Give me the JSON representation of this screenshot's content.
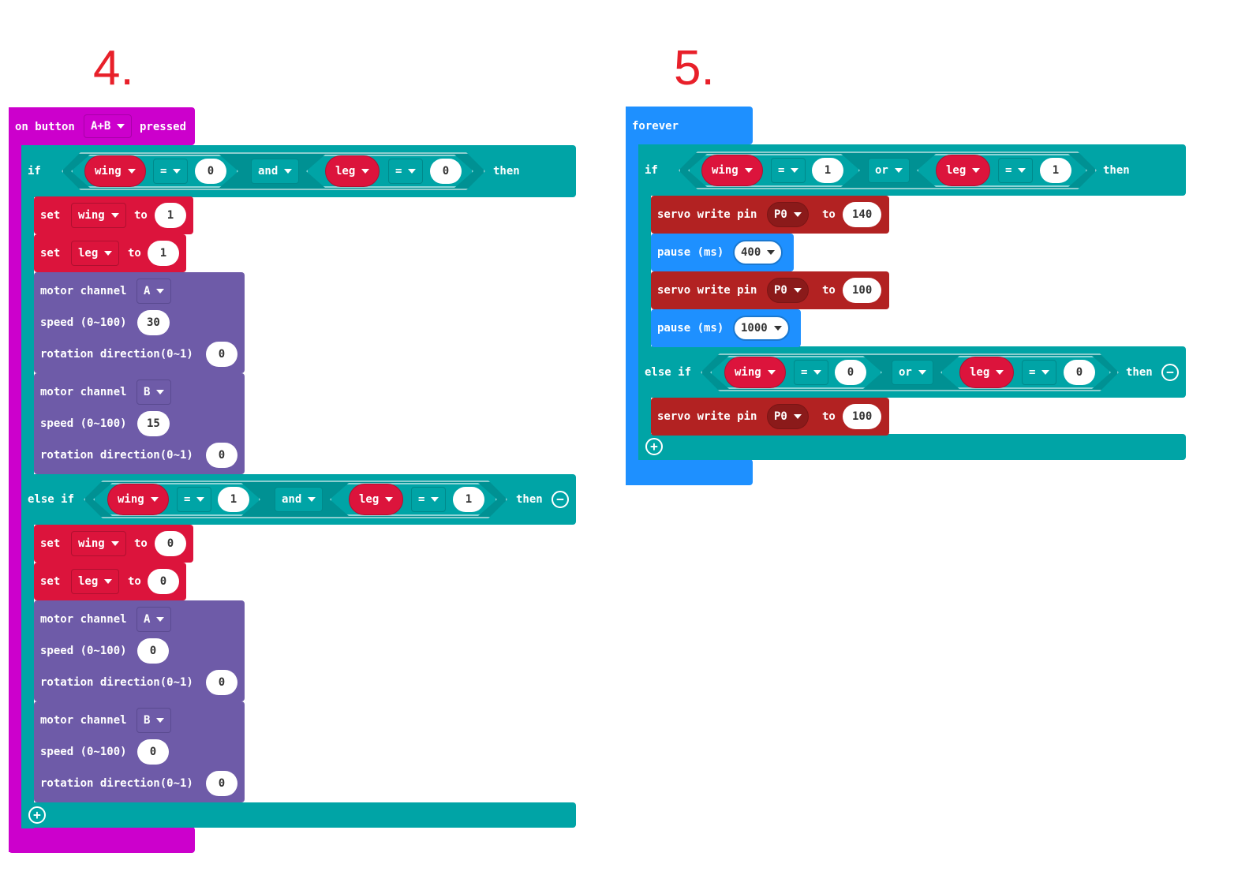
{
  "labels": {
    "left": "4.",
    "right": "5."
  },
  "colors": {
    "event": "#cc00cc",
    "logic": "#00a4a6",
    "variable": "#dc143c",
    "motor": "#6e5ba8",
    "basic": "#1e90ff",
    "pins": "#b22222"
  },
  "left": {
    "event": {
      "on_button": "on button",
      "button": "A+B",
      "pressed": "pressed"
    },
    "if1": {
      "kw_if": "if",
      "var1": "wing",
      "op1": "=",
      "val1": "0",
      "bool": "and",
      "var2": "leg",
      "op2": "=",
      "val2": "0",
      "then": "then"
    },
    "set1": {
      "set": "set",
      "var": "wing",
      "to": "to",
      "val": "1"
    },
    "set2": {
      "set": "set",
      "var": "leg",
      "to": "to",
      "val": "1"
    },
    "motor1": {
      "motor_channel": "motor channel",
      "channel": "A",
      "speed_label": "speed (0~100)",
      "speed": "30",
      "rotation_label": "rotation direction(0~1)",
      "rotation": "0"
    },
    "motor2": {
      "motor_channel": "motor channel",
      "channel": "B",
      "speed_label": "speed (0~100)",
      "speed": "15",
      "rotation_label": "rotation direction(0~1)",
      "rotation": "0"
    },
    "elseif": {
      "kw": "else if",
      "var1": "wing",
      "op1": "=",
      "val1": "1",
      "bool": "and",
      "var2": "leg",
      "op2": "=",
      "val2": "1",
      "then": "then"
    },
    "set3": {
      "set": "set",
      "var": "wing",
      "to": "to",
      "val": "0"
    },
    "set4": {
      "set": "set",
      "var": "leg",
      "to": "to",
      "val": "0"
    },
    "motor3": {
      "motor_channel": "motor channel",
      "channel": "A",
      "speed_label": "speed (0~100)",
      "speed": "0",
      "rotation_label": "rotation direction(0~1)",
      "rotation": "0"
    },
    "motor4": {
      "motor_channel": "motor channel",
      "channel": "B",
      "speed_label": "speed (0~100)",
      "speed": "0",
      "rotation_label": "rotation direction(0~1)",
      "rotation": "0"
    }
  },
  "right": {
    "forever": "forever",
    "if1": {
      "kw_if": "if",
      "var1": "wing",
      "op1": "=",
      "val1": "1",
      "bool": "or",
      "var2": "leg",
      "op2": "=",
      "val2": "1",
      "then": "then"
    },
    "servo1": {
      "label": "servo write pin",
      "pin": "P0",
      "to": "to",
      "val": "140"
    },
    "pause1": {
      "label": "pause (ms)",
      "val": "400"
    },
    "servo2": {
      "label": "servo write pin",
      "pin": "P0",
      "to": "to",
      "val": "100"
    },
    "pause2": {
      "label": "pause (ms)",
      "val": "1000"
    },
    "elseif": {
      "kw": "else if",
      "var1": "wing",
      "op1": "=",
      "val1": "0",
      "bool": "or",
      "var2": "leg",
      "op2": "=",
      "val2": "0",
      "then": "then"
    },
    "servo3": {
      "label": "servo write pin",
      "pin": "P0",
      "to": "to",
      "val": "100"
    }
  }
}
